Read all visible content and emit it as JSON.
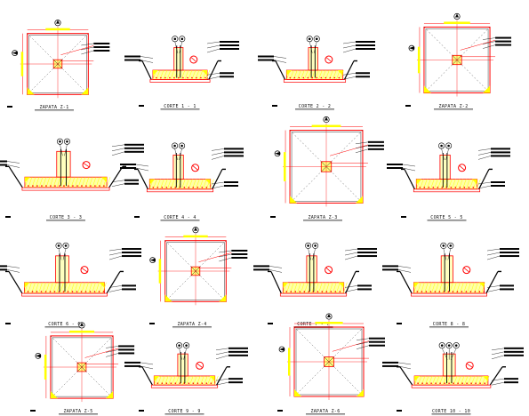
{
  "sheet": {
    "background": "#ffffff",
    "colors": {
      "outline": "#ff0000",
      "hatch": "#ffff00",
      "ink": "#000000",
      "fill": "#ff0000"
    },
    "panels": [
      {
        "type": "plan",
        "caption": "ZAPATA Z-1"
      },
      {
        "type": "section",
        "caption": "CORTE 1 - 1"
      },
      {
        "type": "section",
        "caption": "CORTE 2 - 2"
      },
      {
        "type": "plan",
        "caption": "ZAPATA Z-2"
      },
      {
        "type": "section",
        "caption": "CORTE 3 - 3"
      },
      {
        "type": "section",
        "caption": "CORTE 4 - 4"
      },
      {
        "type": "plan",
        "caption": "ZAPATA Z-3"
      },
      {
        "type": "section",
        "caption": "CORTE 5 - 5"
      },
      {
        "type": "section",
        "caption": "CORTE 6 - 6"
      },
      {
        "type": "plan",
        "caption": "ZAPATA Z-4"
      },
      {
        "type": "section",
        "caption": "CORTE 7 - 7"
      },
      {
        "type": "section",
        "caption": "CORTE 8 - 8"
      },
      {
        "type": "plan",
        "caption": "ZAPATA Z-5"
      },
      {
        "type": "section",
        "caption": "CORTE 9 - 9"
      },
      {
        "type": "plan",
        "caption": "ZAPATA Z-6"
      },
      {
        "type": "section",
        "caption": "CORTE 10 - 10"
      }
    ]
  }
}
